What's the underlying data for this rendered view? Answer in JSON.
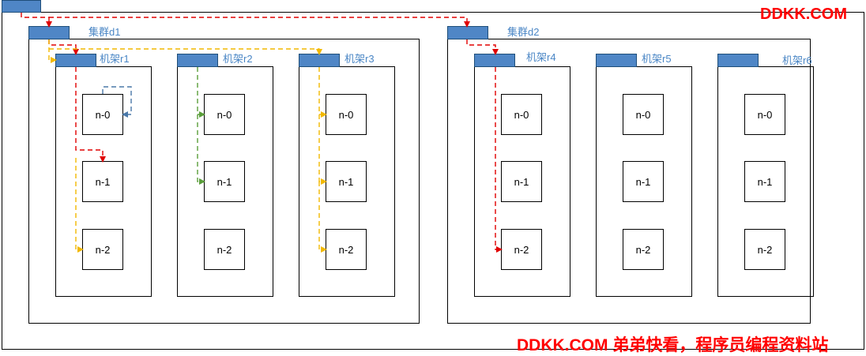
{
  "watermark": {
    "top": "DDKK.COM",
    "bottom": "DDKK.COM 弟弟快看，程序员编程资料站",
    "color": "#ff0000"
  },
  "colors": {
    "tab_fill": "#4f86c6",
    "label": "#4a86c5",
    "arrow_red": "#e00000",
    "arrow_yellow": "#f2b800",
    "arrow_green": "#5a9e3a",
    "arrow_blue": "#4a78a8"
  },
  "clusters": [
    {
      "label": "集群d1",
      "racks": [
        {
          "label": "机架r1",
          "nodes": [
            "n-0",
            "n-1",
            "n-2"
          ]
        },
        {
          "label": "机架r2",
          "nodes": [
            "n-0",
            "n-1",
            "n-2"
          ]
        },
        {
          "label": "机架r3",
          "nodes": [
            "n-0",
            "n-1",
            "n-2"
          ]
        }
      ]
    },
    {
      "label": "集群d2",
      "racks": [
        {
          "label": "机架r4",
          "nodes": [
            "n-0",
            "n-1",
            "n-2"
          ]
        },
        {
          "label": "机架r5",
          "nodes": [
            "n-0",
            "n-1",
            "n-2"
          ]
        },
        {
          "label": "机架r6",
          "nodes": [
            "n-0",
            "n-1",
            "n-2"
          ]
        }
      ]
    }
  ]
}
